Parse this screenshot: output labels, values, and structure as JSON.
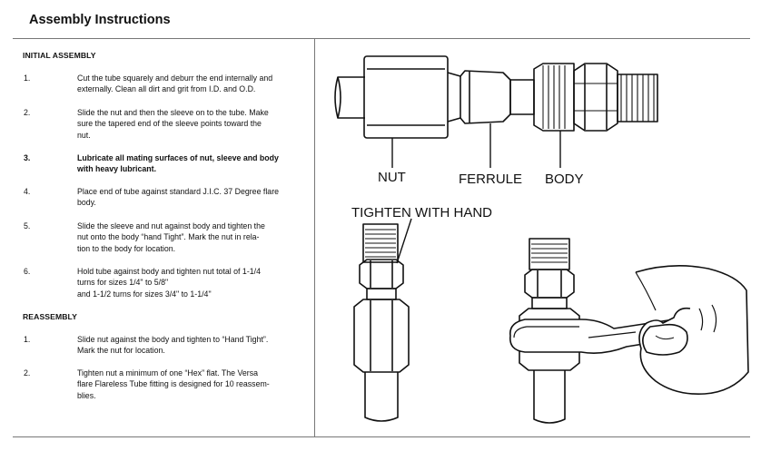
{
  "header": {
    "title": "Assembly Instructions"
  },
  "initial": {
    "heading": "INITIAL ASSEMBLY",
    "steps": [
      {
        "num": "1.",
        "lines": [
          "Cut the tube squarely and deburr the end internally and",
          "externally.  Clean all dirt and grit from I.D. and O.D."
        ]
      },
      {
        "num": "2.",
        "lines": [
          "Slide the nut and then the sleeve on to the tube.  Make",
          "sure the tapered end of the sleeve points toward the",
          "nut."
        ]
      },
      {
        "num": "3.",
        "lines": [
          "Lubricate all mating surfaces of nut, sleeve and body",
          "with heavy lubricant."
        ]
      },
      {
        "num": "4.",
        "lines": [
          "Place end of tube against standard J.I.C. 37 Degree flare",
          "body."
        ]
      },
      {
        "num": "5.",
        "lines": [
          "Slide the sleeve and nut against body and tighten the",
          "nut onto the body “hand Tight”.  Mark the nut in rela-",
          "tion to the body for location."
        ]
      },
      {
        "num": "6.",
        "lines": [
          "Hold tube against body and tighten nut total of 1-1/4",
          "turns for sizes 1/4\" to 5/8\"",
          "and 1-1/2 turns for sizes 3/4\" to 1-1/4\""
        ]
      }
    ]
  },
  "reassembly": {
    "heading": "REASSEMBLY",
    "steps": [
      {
        "num": "1.",
        "lines": [
          "Slide nut against the body and tighten to “Hand Tight”.",
          "Mark the nut for location."
        ]
      },
      {
        "num": "2.",
        "lines": [
          "Tighten nut a minimum of one “Hex” flat. The Versa",
          "flare Flareless Tube fitting is designed for 10 reassem-",
          "blies."
        ]
      }
    ]
  },
  "diagram": {
    "labels": {
      "nut": "NUT",
      "ferrule": "FERRULE",
      "body": "BODY",
      "tighten": "TIGHTEN WITH HAND"
    }
  }
}
